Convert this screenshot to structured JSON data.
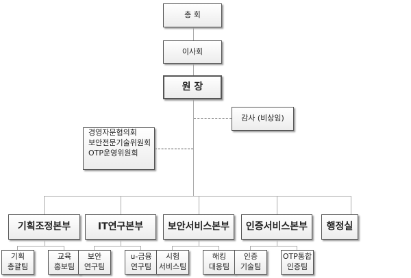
{
  "top": [
    {
      "label": "총 회"
    },
    {
      "label": "이사회"
    },
    {
      "label": "원 장"
    }
  ],
  "auditor": "감사 (비상임)",
  "committees": [
    "경영자문협의회",
    "보안전문기술위원회",
    "OTP운영위원회"
  ],
  "departments": [
    {
      "label": "기획조정본부",
      "teams": [
        [
          "기획",
          "총괄팀"
        ],
        [
          "교육",
          "홍보팀"
        ]
      ]
    },
    {
      "label": "IT연구본부",
      "teams": [
        [
          "보안",
          "연구팀"
        ],
        [
          "u-금융",
          "연구팀"
        ]
      ]
    },
    {
      "label": "보안서비스본부",
      "teams": [
        [
          "시험",
          "서비스팀"
        ],
        [
          "해킹",
          "대응팀"
        ]
      ]
    },
    {
      "label": "인증서비스본부",
      "teams": [
        [
          "인증",
          "기술팀"
        ],
        [
          "OTP통합",
          "인증팀"
        ]
      ]
    },
    {
      "label": "행정실",
      "teams": []
    }
  ]
}
